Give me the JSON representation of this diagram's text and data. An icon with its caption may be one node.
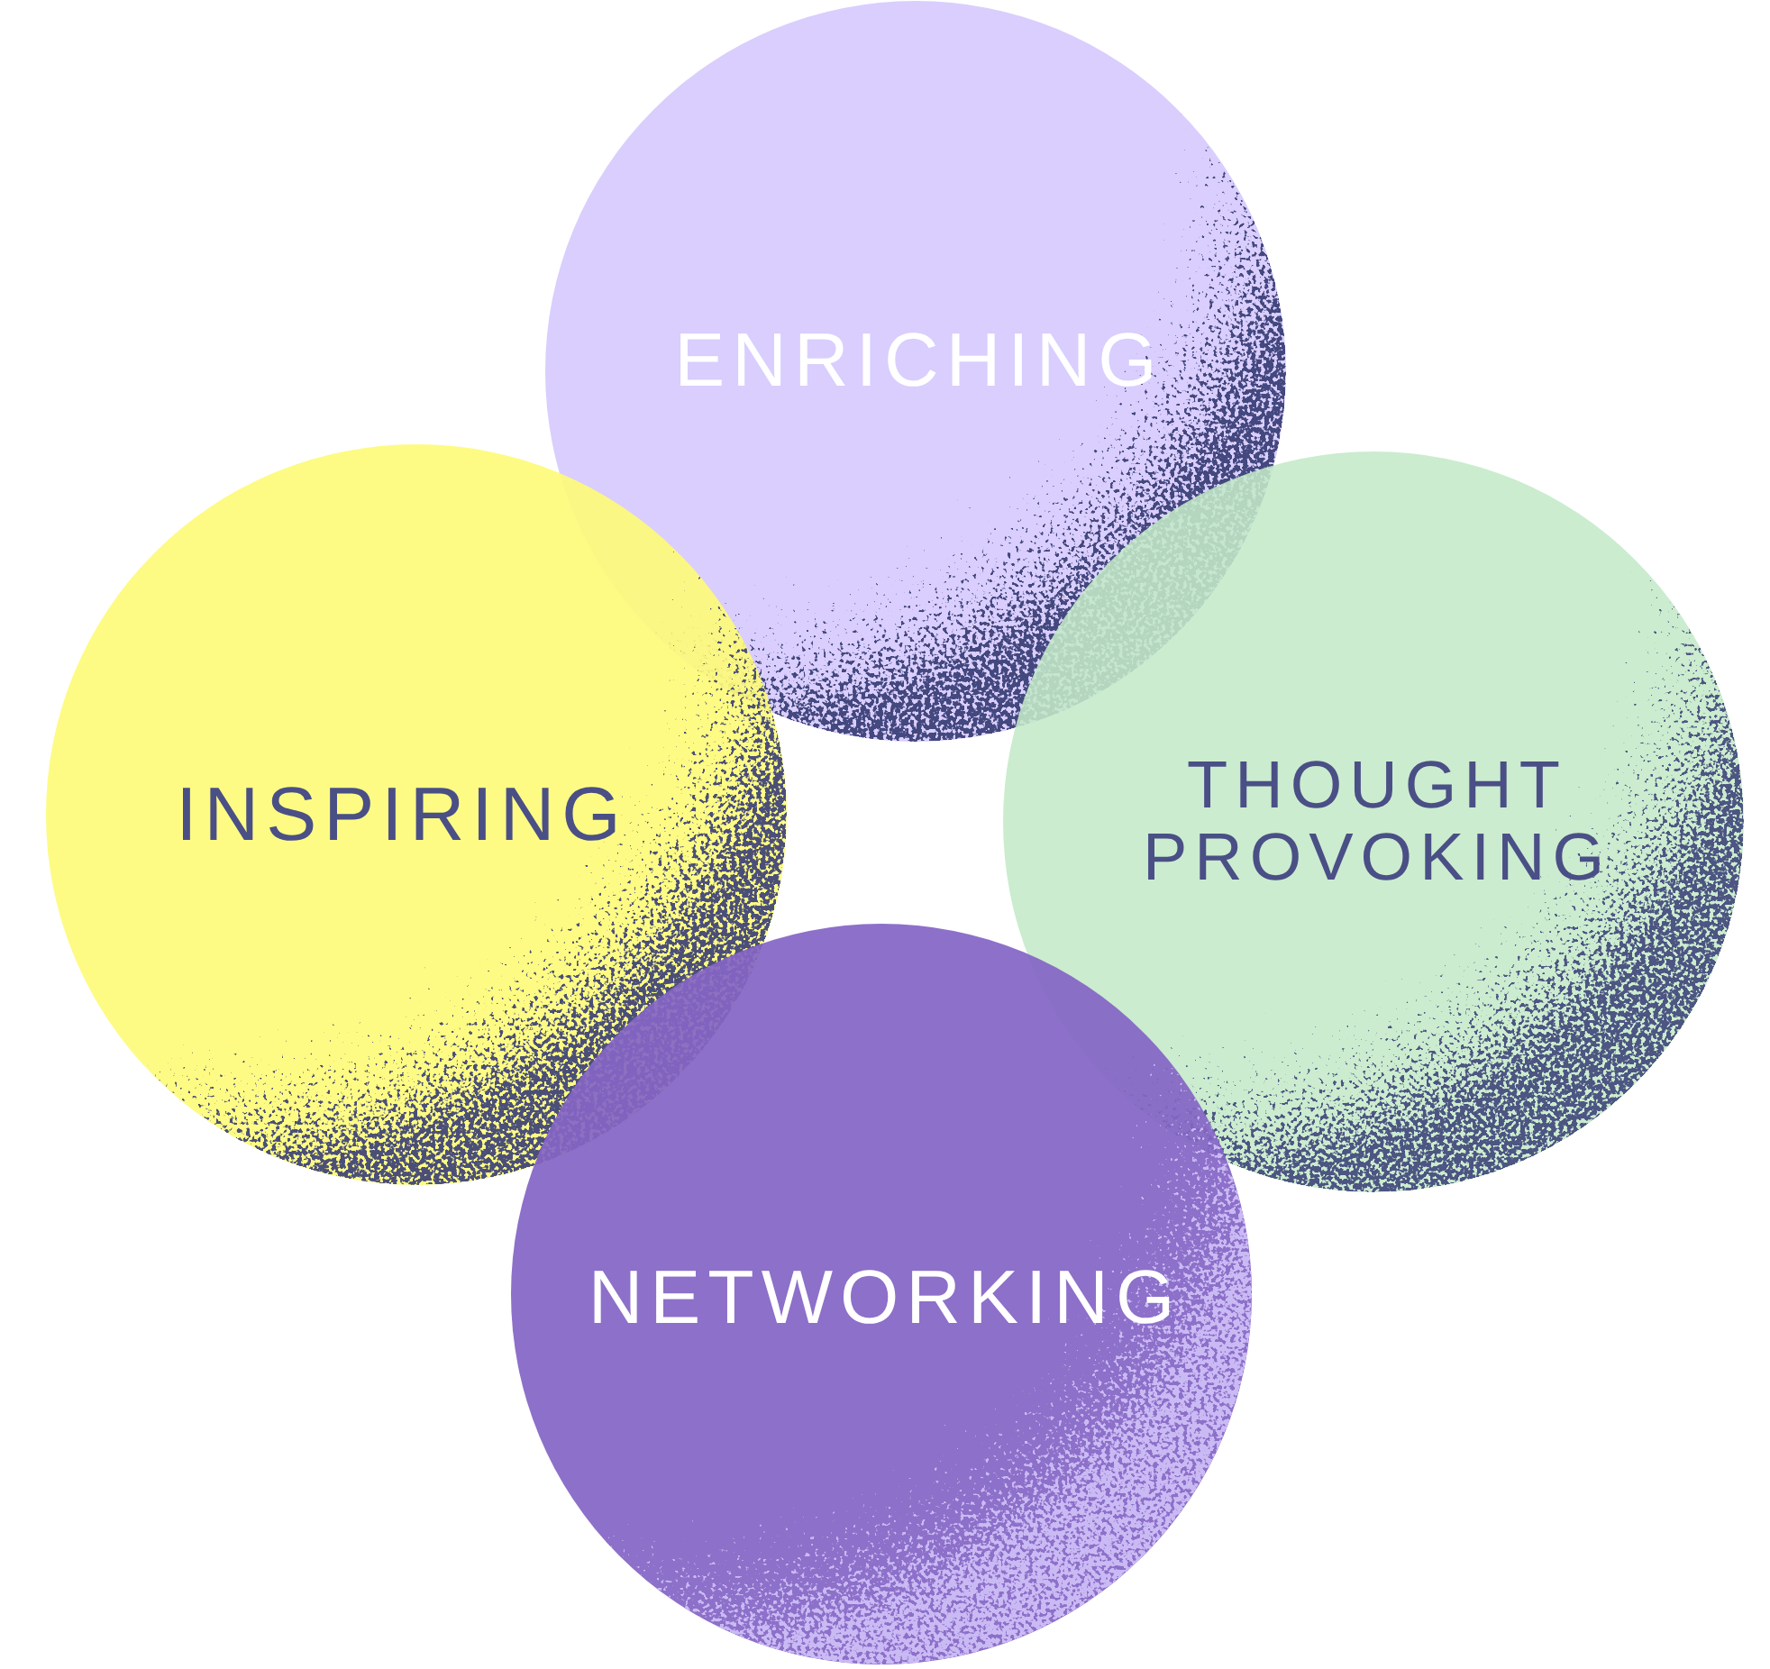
{
  "diagram": {
    "nodes": [
      {
        "text": [
          "ENRICHING"
        ]
      },
      {
        "text": [
          "INSPIRING"
        ]
      },
      {
        "text": [
          "THOUGHT PROVOKING"
        ]
      },
      {
        "text": [
          "NETWORKING"
        ]
      }
    ]
  }
}
